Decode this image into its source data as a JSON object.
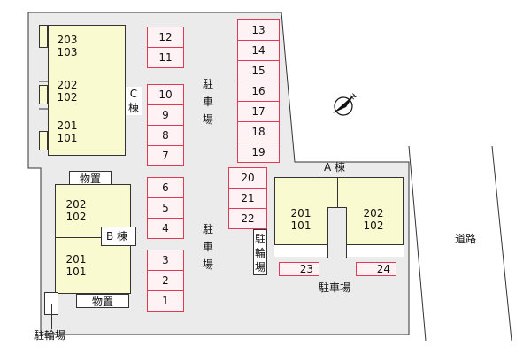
{
  "colors": {
    "building_fill": "#fafad0",
    "site_fill": "#ebebeb",
    "parking_border": "#e23a55",
    "parking_fill": "#fff2f4",
    "outline": "#333333"
  },
  "compass": {
    "icon": "north-arrow-icon",
    "letter": "N"
  },
  "buildings": {
    "c": {
      "name": "C 棟",
      "units": [
        {
          "upper": "203",
          "lower": "103"
        },
        {
          "upper": "202",
          "lower": "102"
        },
        {
          "upper": "201",
          "lower": "101"
        }
      ]
    },
    "b": {
      "name": "B 棟",
      "units": [
        {
          "upper": "202",
          "lower": "102"
        },
        {
          "upper": "201",
          "lower": "101"
        }
      ]
    },
    "a": {
      "name": "A 棟",
      "units": [
        {
          "upper": "201",
          "lower": "101"
        },
        {
          "upper": "202",
          "lower": "102"
        }
      ]
    }
  },
  "parking": {
    "col1_top": [
      "12",
      "11"
    ],
    "col1_mid": [
      "10",
      "9",
      "8",
      "7"
    ],
    "col1_low": [
      "6",
      "5",
      "4"
    ],
    "col1_bottom": [
      "3",
      "2",
      "1"
    ],
    "col2": [
      "13",
      "14",
      "15",
      "16",
      "17",
      "18",
      "19"
    ],
    "col2_low": [
      "20",
      "21",
      "22"
    ],
    "row_a": [
      "23",
      "24"
    ]
  },
  "labels": {
    "parking_upper": [
      "駐",
      "車",
      "場"
    ],
    "parking_middle": [
      "駐",
      "車",
      "場"
    ],
    "parking_a": "駐車場",
    "bike_vertical": [
      "駐",
      "輪",
      "場"
    ],
    "bike_bottom": "駐輪場",
    "storage_top": "物置",
    "storage_bottom": "物置",
    "road": "道路"
  }
}
